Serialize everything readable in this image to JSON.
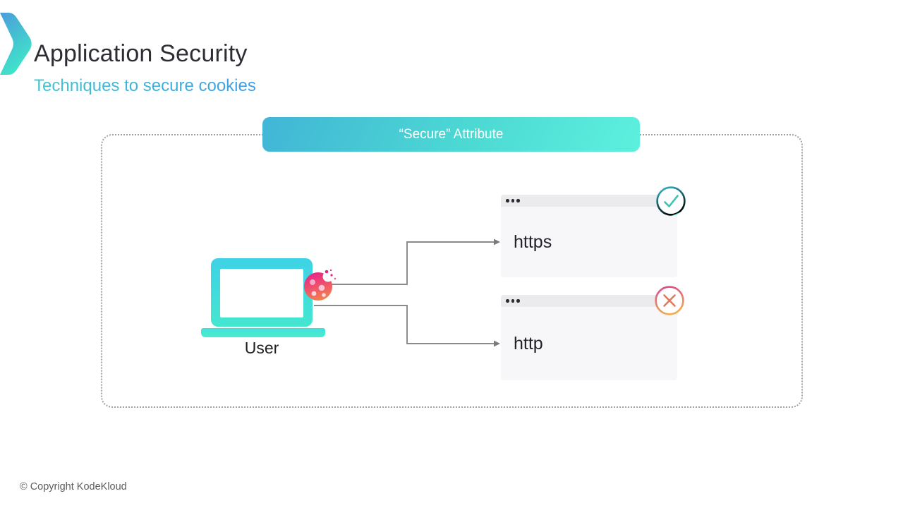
{
  "header": {
    "title": "Application Security",
    "subtitle": "Techniques to secure cookies",
    "logo_icon": "chevron-logo-icon"
  },
  "diagram": {
    "banner": {
      "label": "“Secure” Attribute"
    },
    "user": {
      "label": "User",
      "device_icon": "laptop-icon",
      "cookie_icon": "cookie-icon"
    },
    "windows": [
      {
        "label": "https",
        "status": "allowed",
        "status_icon": "check-icon"
      },
      {
        "label": "http",
        "status": "blocked",
        "status_icon": "cross-icon"
      }
    ],
    "connectors": [
      {
        "from": "cookie",
        "to": "https-window"
      },
      {
        "from": "laptop",
        "to": "http-window"
      }
    ]
  },
  "footer": {
    "copyright": "© Copyright KodeKloud"
  },
  "colors": {
    "title_text": "#2d2d35",
    "subtitle_teal": "#3fc6cd",
    "subtitle_blue": "#3b9de8",
    "banner_teal_start": "#41b5d6",
    "banner_teal_end": "#5df0de",
    "laptop_cyan": "#3ed2e6",
    "laptop_aqua": "#44e6d0",
    "cookie_magenta": "#e8218a",
    "cookie_coral": "#f3814e",
    "success_teal": "#35c2b6",
    "error_pink": "#d94f86",
    "error_orange": "#f2ae52",
    "cross_salmon": "#e2795a",
    "arrow_gray": "#7a7a7a",
    "frame_dot_gray": "#a3a3a3",
    "titlebar_gray": "#ebebed",
    "window_body": "#f7f7f9"
  }
}
